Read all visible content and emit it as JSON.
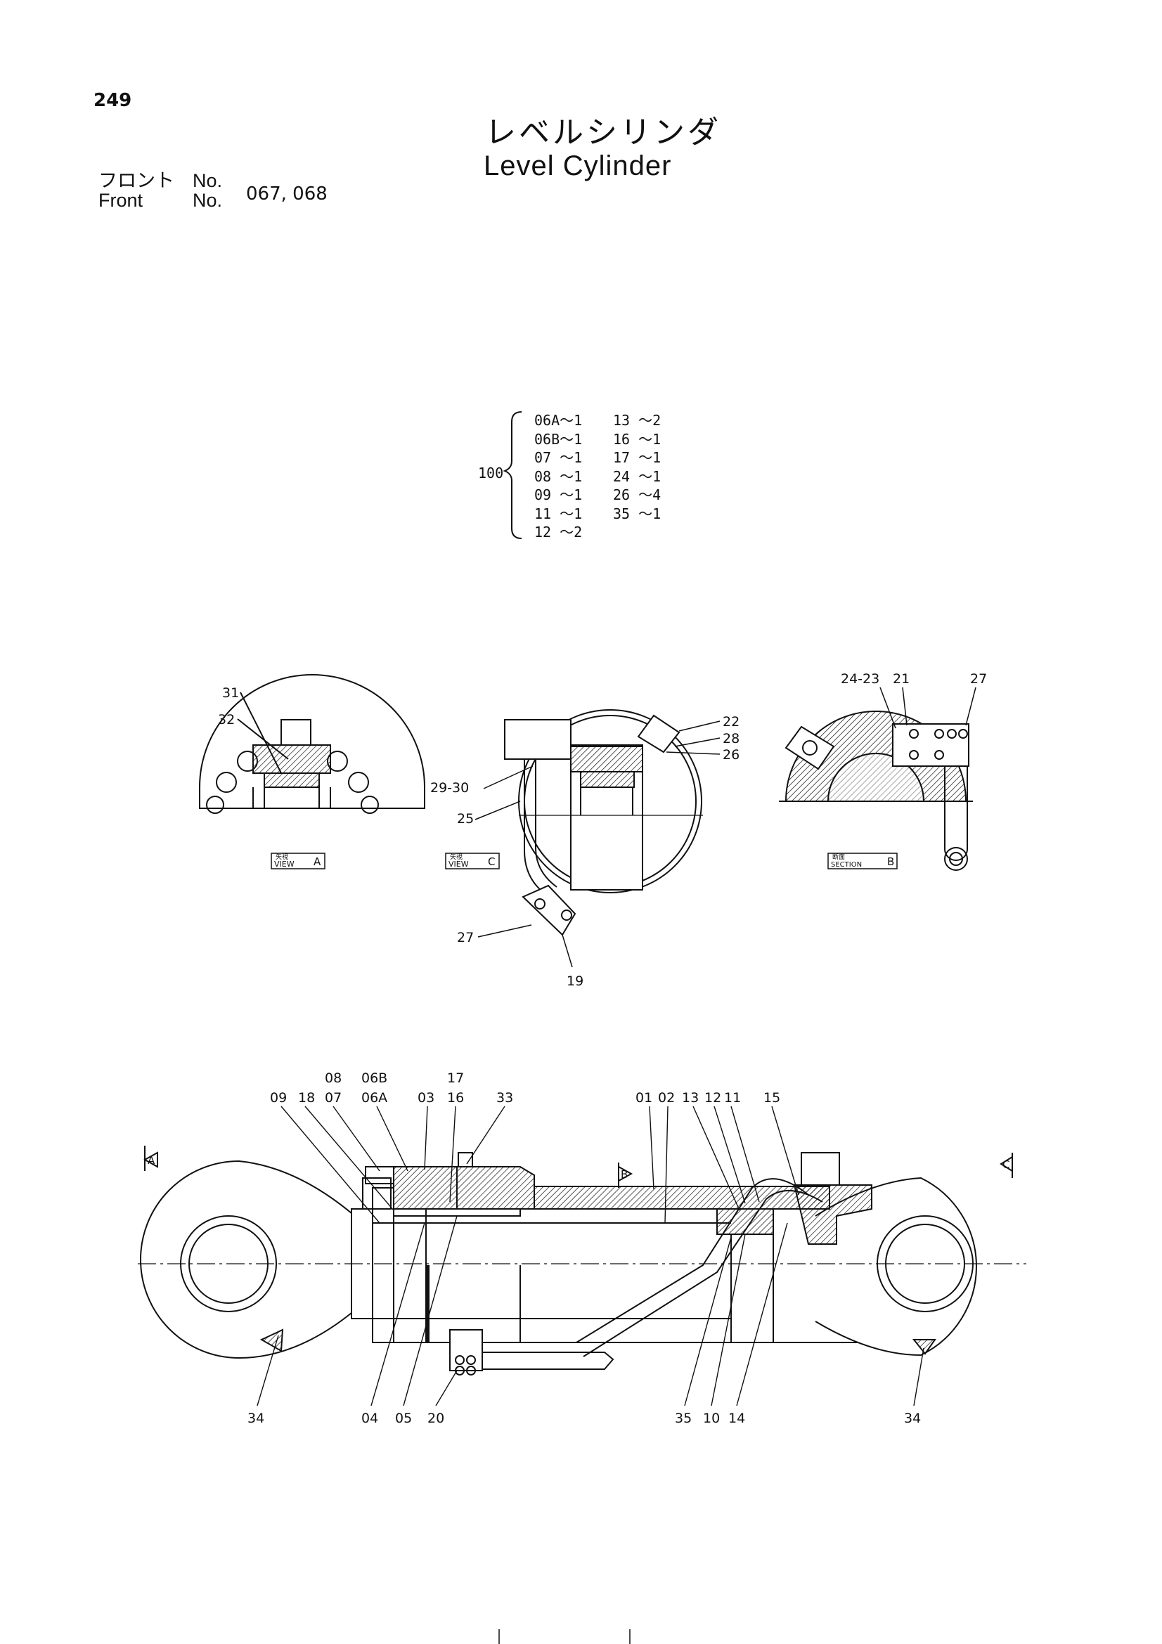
{
  "page_number": "249",
  "title_jp": "レベルシリンダ",
  "title_en": "Level Cylinder",
  "front": {
    "label_jp": "フロント",
    "label_en": "Front",
    "no_label": "No.",
    "numbers": "067, 068"
  },
  "kit": {
    "number": "100",
    "col1": [
      "06A〜1",
      "06B〜1",
      "07 〜1",
      "08 〜1",
      "09 〜1",
      "11 〜1",
      "12 〜2"
    ],
    "col2": [
      "13 〜2",
      "16 〜1",
      "17 〜1",
      "24 〜1",
      "26 〜4",
      "35 〜1"
    ]
  },
  "views": {
    "view_a": {
      "label_jp": "矢視",
      "label_en": "VIEW",
      "letter": "A",
      "callouts": [
        "31",
        "32"
      ]
    },
    "view_c": {
      "label_jp": "矢視",
      "label_en": "VIEW",
      "letter": "C",
      "callouts": [
        "22",
        "28",
        "26",
        "29-30",
        "25",
        "27",
        "19"
      ]
    },
    "section_b": {
      "label_jp": "断面",
      "label_en": "SECTION",
      "letter": "B",
      "callouts": [
        "24-23",
        "21",
        "27"
      ]
    }
  },
  "main_callouts": {
    "top": [
      "09",
      "18",
      "08",
      "07",
      "06B",
      "06A",
      "03",
      "17",
      "16",
      "33",
      "01",
      "02",
      "13",
      "12",
      "11",
      "15"
    ],
    "bottom": [
      "34",
      "04",
      "05",
      "20",
      "35",
      "10",
      "14",
      "34"
    ],
    "arrows": [
      "A",
      "B",
      "C"
    ]
  }
}
